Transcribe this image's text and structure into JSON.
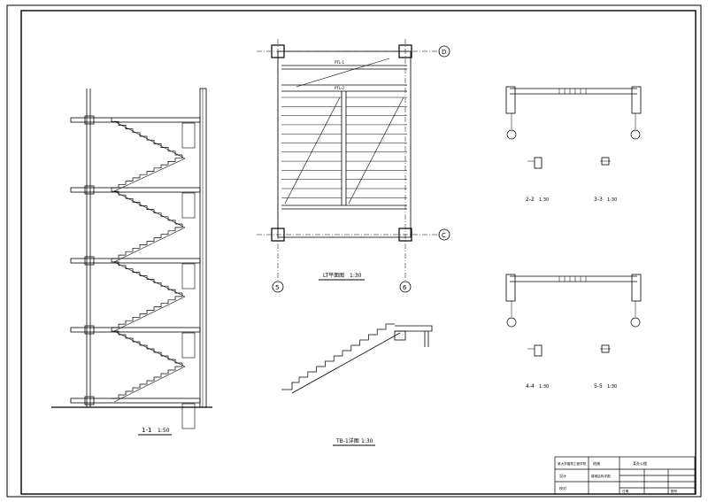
{
  "drawing": {
    "section_title": "1-1",
    "section_scale": "1:50",
    "plan_title": "LT平面图",
    "plan_scale": "1:30",
    "tb_title": "TB-1详图",
    "tb_scale": "1:30",
    "plan_axes": {
      "top": "D",
      "bottom": "C",
      "left": "5",
      "right": "6"
    },
    "beam_labels": [
      "PTL-1",
      "PTL-2"
    ],
    "details": [
      {
        "title": "2-2",
        "scale": "1:30"
      },
      {
        "title": "3-3",
        "scale": "1:30"
      },
      {
        "title": "4-4",
        "scale": "1:30"
      },
      {
        "title": "5-5",
        "scale": "1:30"
      }
    ]
  },
  "title_block": {
    "institute": "某大学建筑工程学院",
    "project": "某办公楼",
    "drawing_name": "楼梯结构详图",
    "stage": "结施",
    "design_label": "设计",
    "check_label": "校对",
    "date_label": "日期",
    "sheet_label": "图号"
  }
}
